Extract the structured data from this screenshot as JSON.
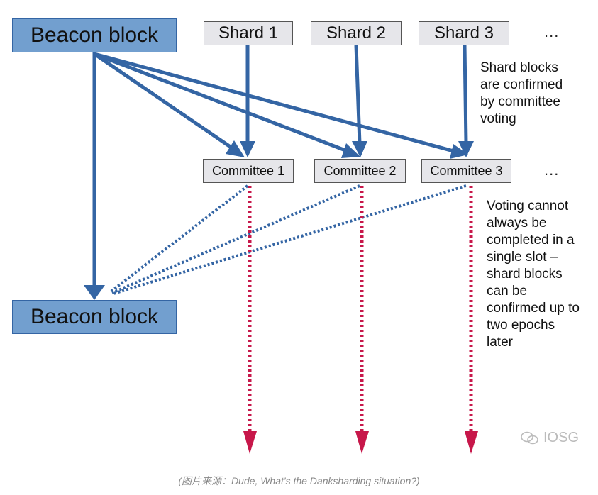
{
  "beacon_top": "Beacon block",
  "beacon_bottom": "Beacon block",
  "shards": [
    "Shard 1",
    "Shard 2",
    "Shard 3"
  ],
  "committees": [
    "Committee 1",
    "Committee 2",
    "Committee 3"
  ],
  "ellipsis": "...",
  "note_top": [
    "Shard blocks",
    "are confirmed",
    "by committee",
    "voting"
  ],
  "note_bottom": [
    "Voting cannot",
    "always be",
    "completed in a",
    "single slot –",
    "shard blocks",
    "can be",
    "confirmed up to",
    "two epochs",
    "later"
  ],
  "watermark": "IOSG",
  "caption": "(图片来源：Dude, What's the Danksharding situation?)",
  "colors": {
    "beacon_fill": "#729fcf",
    "arrow_blue": "#3465a4",
    "arrow_red": "#c7174a",
    "box_gray": "#e6e6ea"
  }
}
